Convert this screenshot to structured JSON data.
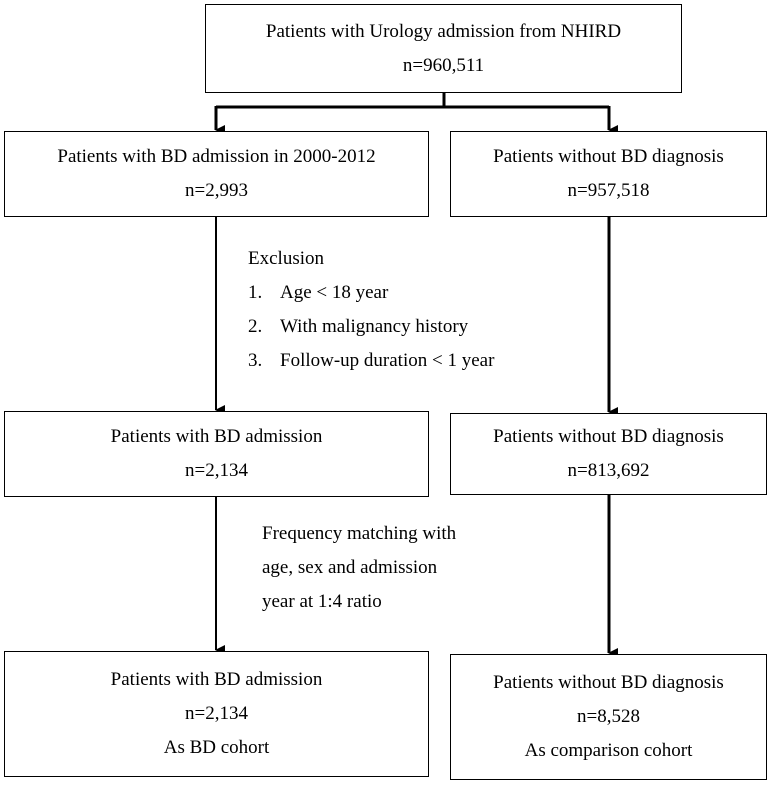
{
  "top_box": {
    "title": "Patients with Urology admission from NHIRD",
    "count": "n=960,511"
  },
  "left_box_1": {
    "title": "Patients with BD admission in 2000-2012",
    "count": "n=2,993"
  },
  "right_box_1": {
    "title": "Patients without BD diagnosis",
    "count": "n=957,518"
  },
  "exclusion": {
    "heading": "Exclusion",
    "items": [
      {
        "num": "1.",
        "text": "Age < 18 year"
      },
      {
        "num": "2.",
        "text": "With malignancy history"
      },
      {
        "num": "3.",
        "text": "Follow-up duration < 1 year"
      }
    ]
  },
  "left_box_2": {
    "title": "Patients with BD admission",
    "count": "n=2,134"
  },
  "right_box_2": {
    "title": "Patients without BD diagnosis",
    "count": "n=813,692"
  },
  "matching": {
    "lines": [
      "Frequency matching with",
      "age, sex and admission",
      "year at 1:4 ratio"
    ]
  },
  "left_box_3": {
    "title": "Patients with BD admission",
    "count": "n=2,134",
    "label": "As BD cohort"
  },
  "right_box_3": {
    "title": "Patients without BD diagnosis",
    "count": "n=8,528",
    "label": "As comparison cohort"
  }
}
